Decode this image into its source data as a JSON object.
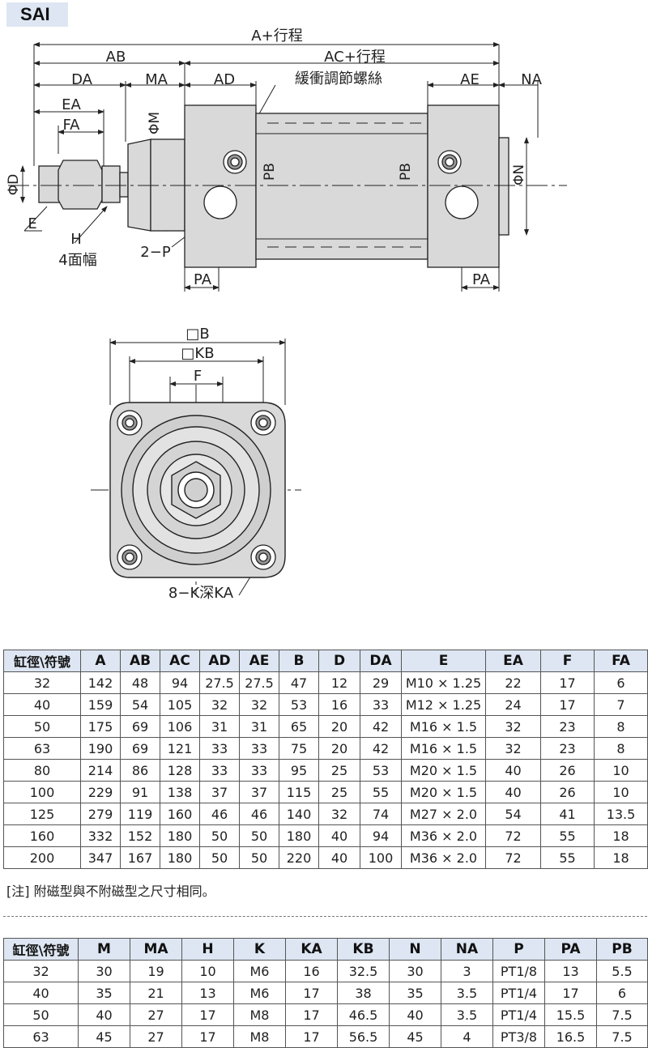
{
  "model": "SAI",
  "drawing_labels": {
    "a_stroke": "A+行程",
    "ab": "AB",
    "ac_stroke": "AC+行程",
    "da": "DA",
    "ma": "MA",
    "ad": "AD",
    "cushion": "緩衝調節螺絲",
    "ae": "AE",
    "na": "NA",
    "ea": "EA",
    "fa": "FA",
    "phi_m": "ΦM",
    "phi_d": "ΦD",
    "pb": "PB",
    "phi_n": "ΦN",
    "e": "E",
    "h": "H",
    "h_note": "4面幅",
    "p": "2−P",
    "pa": "PA",
    "b": "□B",
    "kb": "□KB",
    "f": "F",
    "k": "8−K深KA"
  },
  "table1": {
    "headers": [
      "缸徑\\符號",
      "A",
      "AB",
      "AC",
      "AD",
      "AE",
      "B",
      "D",
      "DA",
      "E",
      "EA",
      "F",
      "FA"
    ],
    "rows": [
      [
        "32",
        "142",
        "48",
        "94",
        "27.5",
        "27.5",
        "47",
        "12",
        "29",
        "M10 × 1.25",
        "22",
        "17",
        "6"
      ],
      [
        "40",
        "159",
        "54",
        "105",
        "32",
        "32",
        "53",
        "16",
        "33",
        "M12 × 1.25",
        "24",
        "17",
        "7"
      ],
      [
        "50",
        "175",
        "69",
        "106",
        "31",
        "31",
        "65",
        "20",
        "42",
        "M16 × 1.5",
        "32",
        "23",
        "8"
      ],
      [
        "63",
        "190",
        "69",
        "121",
        "33",
        "33",
        "75",
        "20",
        "42",
        "M16 × 1.5",
        "32",
        "23",
        "8"
      ],
      [
        "80",
        "214",
        "86",
        "128",
        "33",
        "33",
        "95",
        "25",
        "53",
        "M20 × 1.5",
        "40",
        "26",
        "10"
      ],
      [
        "100",
        "229",
        "91",
        "138",
        "37",
        "37",
        "115",
        "25",
        "55",
        "M20 × 1.5",
        "40",
        "26",
        "10"
      ],
      [
        "125",
        "279",
        "119",
        "160",
        "46",
        "46",
        "140",
        "32",
        "74",
        "M27 × 2.0",
        "54",
        "41",
        "13.5"
      ],
      [
        "160",
        "332",
        "152",
        "180",
        "50",
        "50",
        "180",
        "40",
        "94",
        "M36 × 2.0",
        "72",
        "55",
        "18"
      ],
      [
        "200",
        "347",
        "167",
        "180",
        "50",
        "50",
        "220",
        "40",
        "100",
        "M36 × 2.0",
        "72",
        "55",
        "18"
      ]
    ]
  },
  "note": "[注] 附磁型與不附磁型之尺寸相同。",
  "table2": {
    "headers": [
      "缸徑\\符號",
      "M",
      "MA",
      "H",
      "K",
      "KA",
      "KB",
      "N",
      "NA",
      "P",
      "PA",
      "PB"
    ],
    "rows": [
      [
        "32",
        "30",
        "19",
        "10",
        "M6",
        "16",
        "32.5",
        "30",
        "3",
        "PT1/8",
        "13",
        "5.5"
      ],
      [
        "40",
        "35",
        "21",
        "13",
        "M6",
        "17",
        "38",
        "35",
        "3.5",
        "PT1/4",
        "17",
        "6"
      ],
      [
        "50",
        "40",
        "27",
        "17",
        "M8",
        "17",
        "46.5",
        "40",
        "3.5",
        "PT1/4",
        "15.5",
        "7.5"
      ],
      [
        "63",
        "45",
        "27",
        "17",
        "M8",
        "17",
        "56.5",
        "45",
        "4",
        "PT3/8",
        "16.5",
        "7.5"
      ]
    ]
  }
}
